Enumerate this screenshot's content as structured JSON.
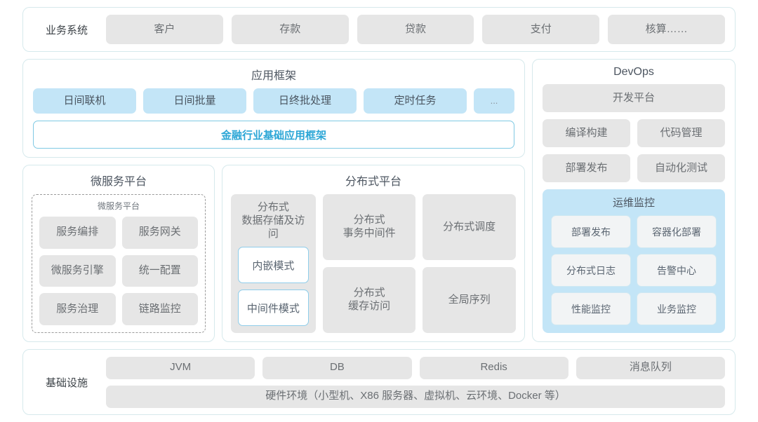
{
  "business_systems": {
    "side_label": "业务系统",
    "items": [
      "客户",
      "存款",
      "贷款",
      "支付",
      "核算……"
    ]
  },
  "app_framework": {
    "title": "应用框架",
    "tiles": [
      "日间联机",
      "日间批量",
      "日终批处理",
      "定时任务",
      "..."
    ],
    "base_label": "金融行业基础应用框架"
  },
  "microservice_platform": {
    "title": "微服务平台",
    "inner_title": "微服务平台",
    "items": [
      "服务编排",
      "服务网关",
      "微服务引擎",
      "统一配置",
      "服务治理",
      "链路监控"
    ]
  },
  "distributed_platform": {
    "title": "分布式平台",
    "storage": {
      "label": "分布式\n数据存储及访问",
      "modes": [
        "内嵌模式",
        "中间件模式"
      ]
    },
    "tiles": [
      "分布式\n事务中间件",
      "分布式调度",
      "分布式\n缓存访问",
      "全局序列"
    ]
  },
  "devops": {
    "title": "DevOps",
    "wide_tile": "开发平台",
    "tiles": [
      "编译构建",
      "代码管理",
      "部署发布",
      "自动化测试"
    ],
    "ops_monitoring": {
      "title": "运维监控",
      "items": [
        "部署发布",
        "容器化部署",
        "分布式日志",
        "告警中心",
        "性能监控",
        "业务监控"
      ]
    }
  },
  "infrastructure": {
    "side_label": "基础设施",
    "top_items": [
      "JVM",
      "DB",
      "Redis",
      "消息队列"
    ],
    "bottom_item": "硬件环境（小型机、X86 服务器、虚拟机、云环境、Docker 等）"
  },
  "colors": {
    "panel_border": "#d6e9ec",
    "tile_gray": "#e6e6e6",
    "tile_blue": "#c3e5f7",
    "accent": "#2ba6d6"
  }
}
